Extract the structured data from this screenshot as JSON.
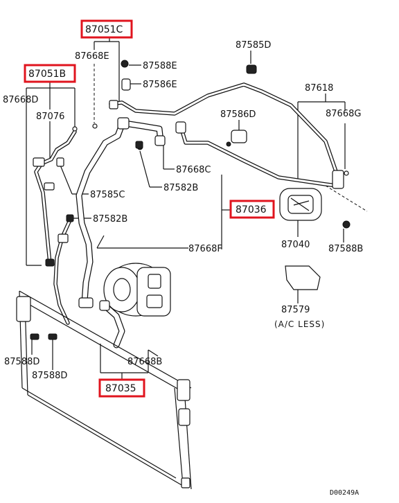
{
  "labels": {
    "l_87051C": "87051C",
    "l_87668E": "87668E",
    "l_87588E": "87588E",
    "l_87586E": "87586E",
    "l_87585D": "87585D",
    "l_87051B": "87051B",
    "l_87668D": "87668D",
    "l_87076": "87076",
    "l_87618": "87618",
    "l_87668G": "87668G",
    "l_87586D": "87586D",
    "l_87668C": "87668C",
    "l_87582B_top": "87582B",
    "l_87585C": "87585C",
    "l_87036": "87036",
    "l_87582B_mid": "87582B",
    "l_87040": "87040",
    "l_87588B": "87588B",
    "l_87668F": "87668F",
    "l_87579": "87579",
    "l_ac_less": "(A/C LESS)",
    "l_87588D_1": "87588D",
    "l_87588D_2": "87588D",
    "l_87668B": "87668B",
    "l_87035": "87035",
    "l_code": "D00249A"
  },
  "highlighted_parts": [
    "87051C",
    "87051B",
    "87036",
    "87035"
  ],
  "colors": {
    "highlight": "#e0141e",
    "line": "#111111",
    "background": "#ffffff"
  }
}
